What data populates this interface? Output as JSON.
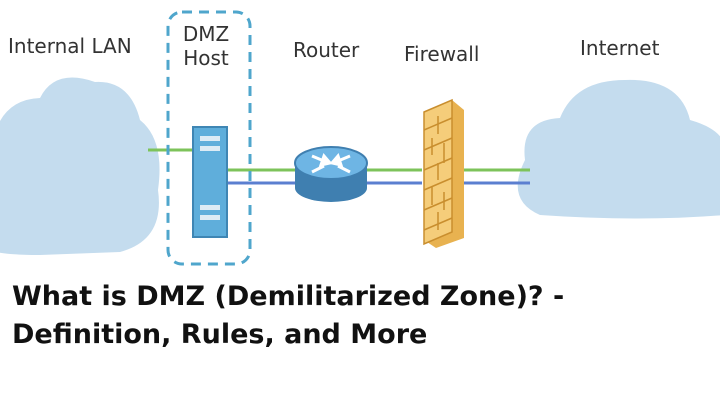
{
  "diagram": {
    "labels": {
      "internal_lan": "Internal LAN",
      "dmz_line1": "DMZ",
      "dmz_line2": "Host",
      "router": "Router",
      "firewall": "Firewall",
      "internet": "Internet"
    },
    "colors": {
      "cloud": "#c4dcee",
      "dmz_border": "#4fa6cc",
      "server": "#5faedb",
      "router": "#5ea8dc",
      "firewall": "#f2c469",
      "green_link": "#7dc35a",
      "blue_link": "#5b7fd0"
    }
  },
  "headline": {
    "line1": "What is DMZ (Demilitarized Zone)? -",
    "line2": "Definition, Rules, and More"
  }
}
